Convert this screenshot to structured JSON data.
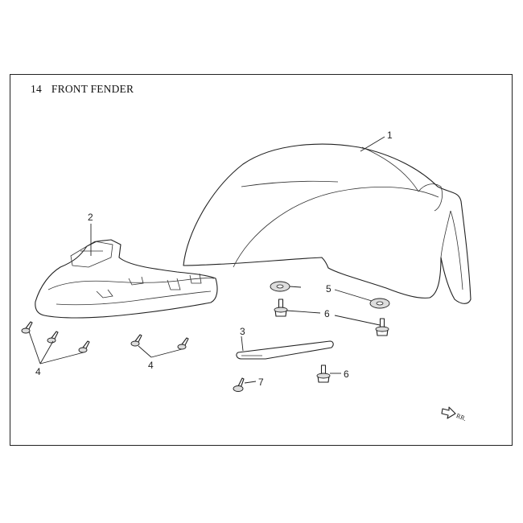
{
  "diagram": {
    "section_number": "14",
    "title": "FRONT FENDER",
    "callouts": {
      "c1": "1",
      "c2": "2",
      "c3": "3",
      "c4a": "4",
      "c4b": "4",
      "c5": "5",
      "c6a": "6",
      "c6b": "6",
      "c7": "7"
    },
    "direction_label": "RR."
  }
}
